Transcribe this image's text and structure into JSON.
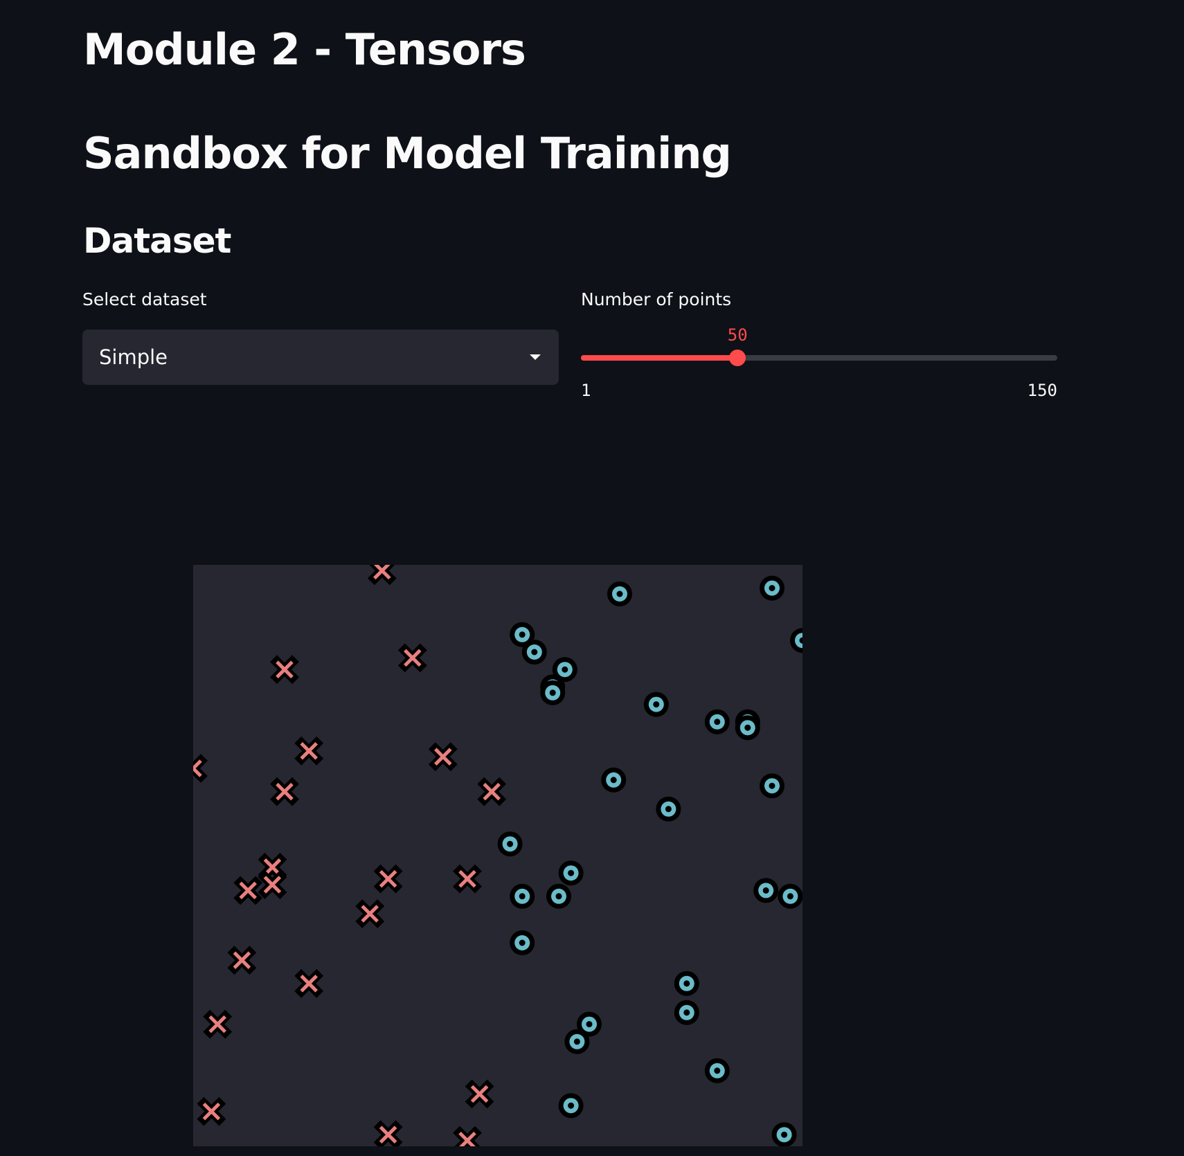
{
  "page": {
    "title": "Module 2 - Tensors",
    "subtitle": "Sandbox for Model Training",
    "section": "Dataset"
  },
  "dataset_select": {
    "label": "Select dataset",
    "value": "Simple"
  },
  "points_slider": {
    "label": "Number of points",
    "value": 50,
    "min": 1,
    "max": 150
  },
  "colors": {
    "accent": "#ff4b4b",
    "class0": "#e8807f",
    "class1": "#6bbbc9",
    "plot_background": "#262730"
  },
  "chart_data": {
    "type": "scatter",
    "xlim": [
      0,
      1
    ],
    "ylim": [
      0,
      1
    ],
    "grid": false,
    "series": [
      {
        "marker": "x",
        "points": [
          [
            0.31,
            0.99
          ],
          [
            0.15,
            0.82
          ],
          [
            0.36,
            0.84
          ],
          [
            0.19,
            0.68
          ],
          [
            0.0,
            0.65
          ],
          [
            0.41,
            0.67
          ],
          [
            0.49,
            0.61
          ],
          [
            0.15,
            0.61
          ],
          [
            0.13,
            0.48
          ],
          [
            0.09,
            0.44
          ],
          [
            0.13,
            0.45
          ],
          [
            0.32,
            0.46
          ],
          [
            0.45,
            0.46
          ],
          [
            0.29,
            0.4
          ],
          [
            0.08,
            0.32
          ],
          [
            0.19,
            0.28
          ],
          [
            0.04,
            0.21
          ],
          [
            0.47,
            0.09
          ],
          [
            0.03,
            0.06
          ],
          [
            0.32,
            0.02
          ],
          [
            0.45,
            0.01
          ]
        ]
      },
      {
        "marker": "o",
        "points": [
          [
            0.7,
            0.95
          ],
          [
            0.95,
            0.96
          ],
          [
            0.54,
            0.88
          ],
          [
            0.56,
            0.85
          ],
          [
            1.0,
            0.87
          ],
          [
            0.61,
            0.82
          ],
          [
            0.59,
            0.79
          ],
          [
            0.59,
            0.78
          ],
          [
            0.76,
            0.76
          ],
          [
            0.86,
            0.73
          ],
          [
            0.91,
            0.73
          ],
          [
            0.91,
            0.72
          ],
          [
            0.69,
            0.63
          ],
          [
            0.78,
            0.58
          ],
          [
            0.95,
            0.62
          ],
          [
            0.52,
            0.52
          ],
          [
            0.62,
            0.47
          ],
          [
            0.54,
            0.43
          ],
          [
            0.6,
            0.43
          ],
          [
            0.94,
            0.44
          ],
          [
            0.98,
            0.43
          ],
          [
            0.54,
            0.35
          ],
          [
            0.81,
            0.28
          ],
          [
            0.81,
            0.23
          ],
          [
            0.65,
            0.21
          ],
          [
            0.63,
            0.18
          ],
          [
            0.86,
            0.13
          ],
          [
            0.62,
            0.07
          ],
          [
            0.97,
            0.02
          ]
        ]
      }
    ]
  }
}
